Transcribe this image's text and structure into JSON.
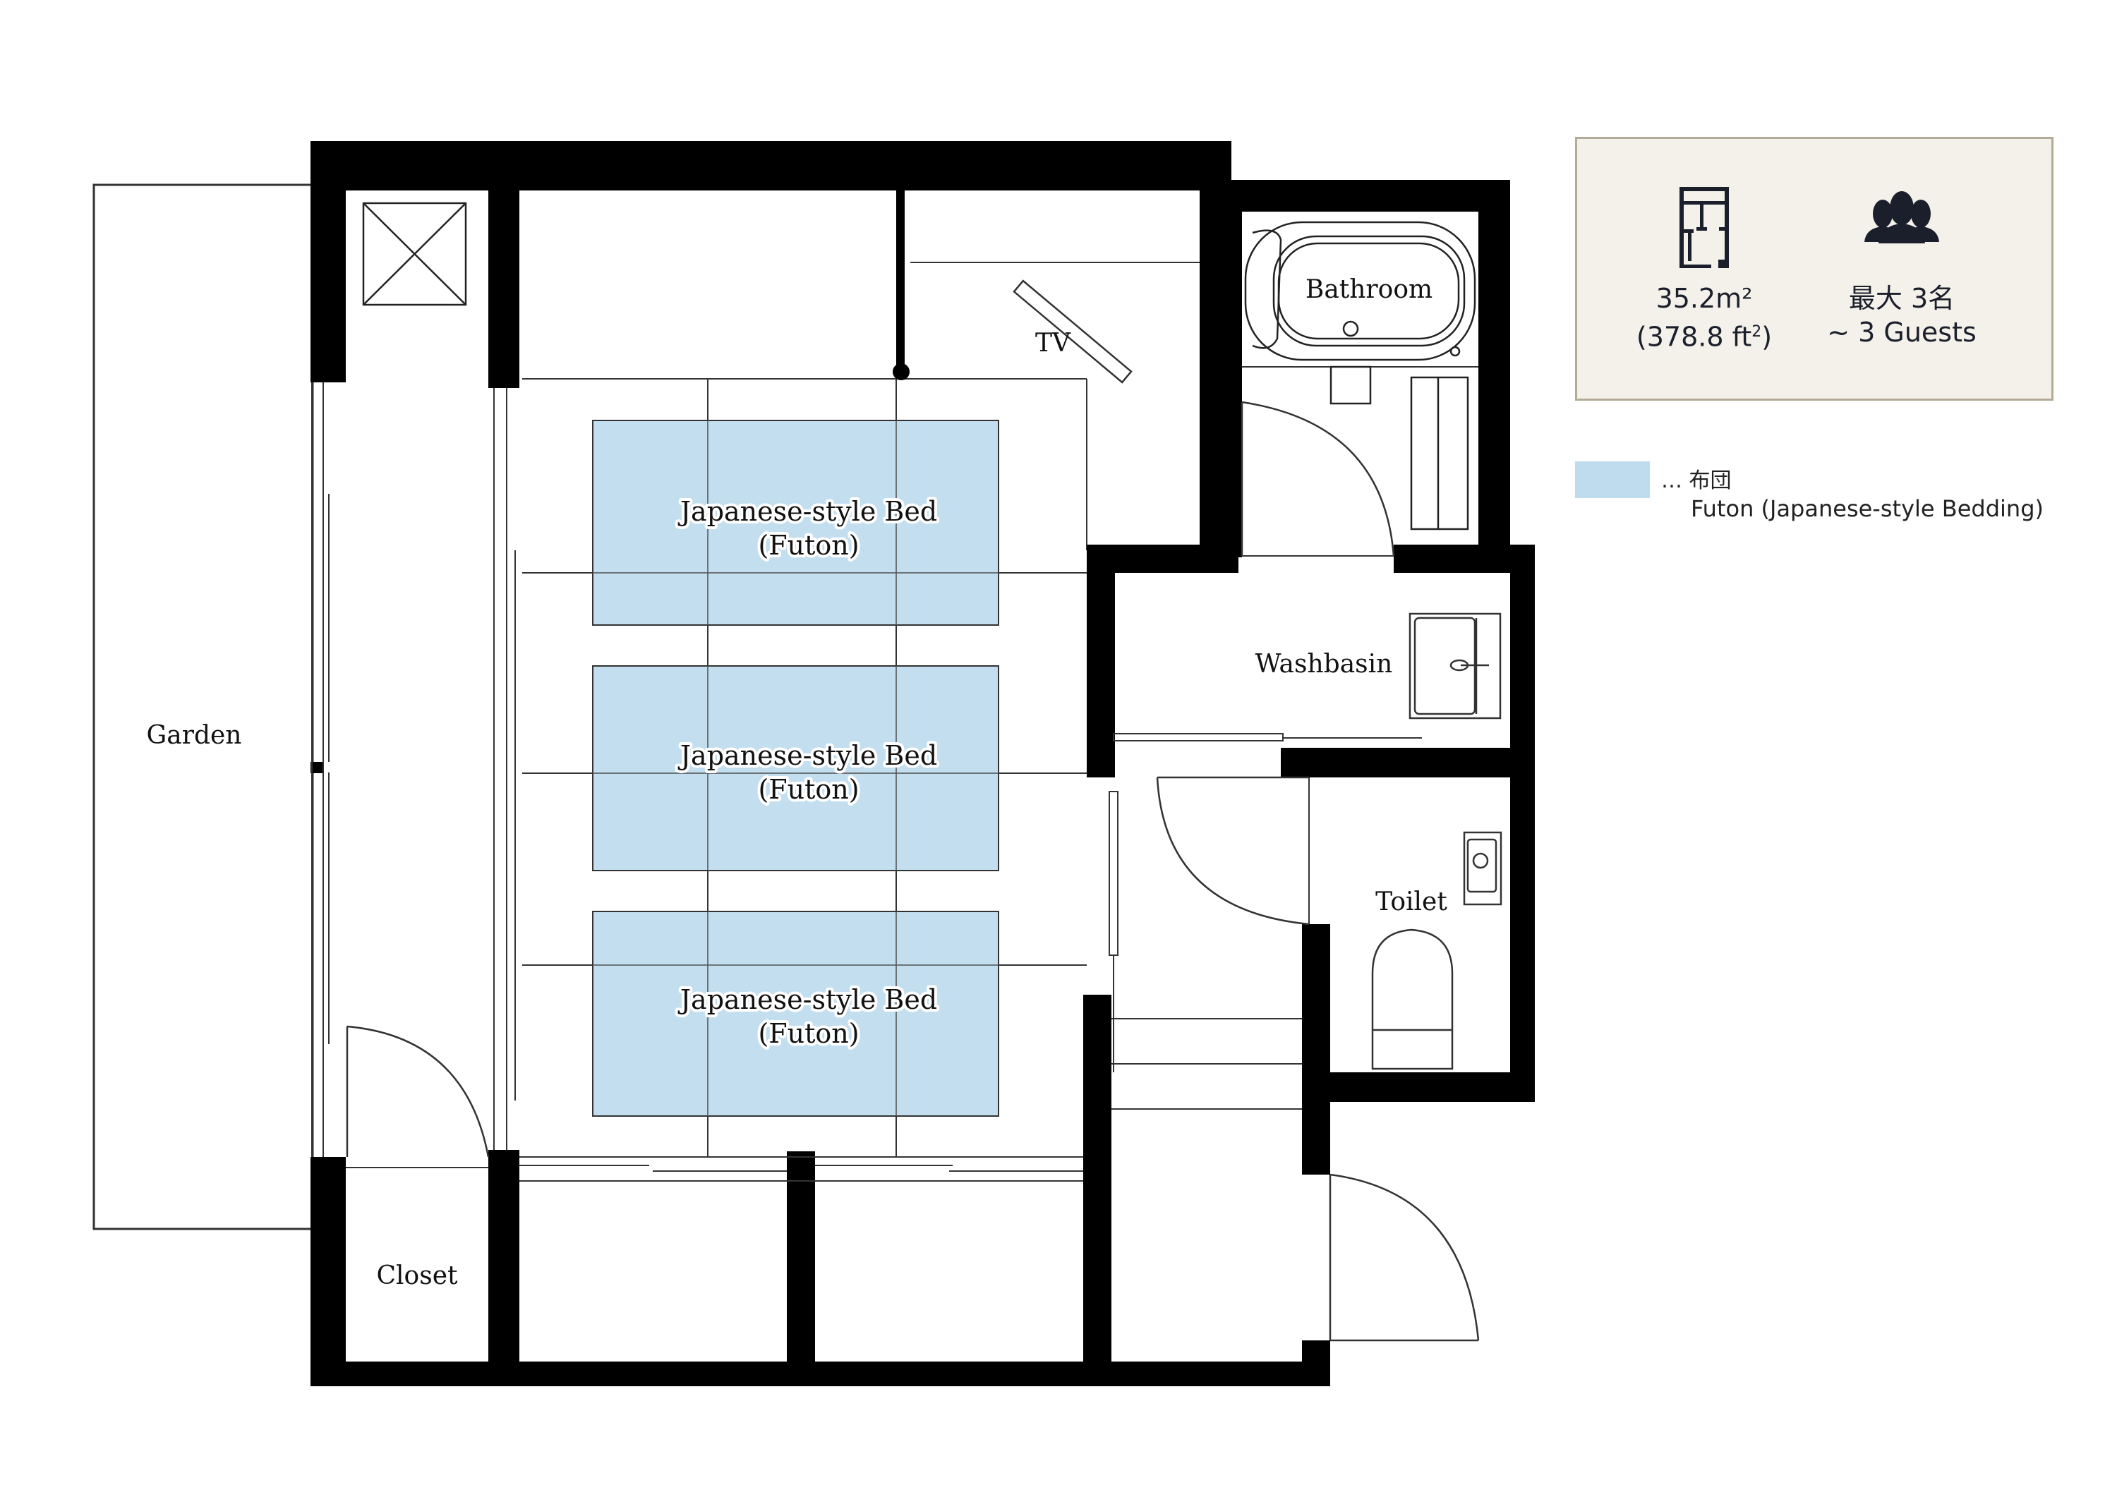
{
  "plan": {
    "rooms": {
      "garden": "Garden",
      "closet": "Closet",
      "bathroom": "Bathroom",
      "washbasin": "Washbasin",
      "toilet": "Toilet",
      "tv": "TV"
    },
    "futons": [
      {
        "line1": "Japanese-style Bed",
        "line2": "(Futon)"
      },
      {
        "line1": "Japanese-style Bed",
        "line2": "(Futon)"
      },
      {
        "line1": "Japanese-style Bed",
        "line2": "(Futon)"
      }
    ],
    "colors": {
      "wall": "#000000",
      "futon": "#bedcee",
      "line": "#222222",
      "info_bg": "#f4f1ea",
      "info_border": "#b3ab98",
      "icon": "#1b1f2b"
    }
  },
  "info": {
    "area": {
      "icon": "floorplan-icon",
      "metric_value": "35.2",
      "metric_unit": "m²",
      "imperial_open": "(378.8 ft",
      "imperial_sup": "2",
      "imperial_close": ")"
    },
    "guests": {
      "icon": "people-group-icon",
      "jp": "最大 3名",
      "en": "~ 3 Guests"
    }
  },
  "legend": {
    "swatch_color": "#bedcee",
    "jp": "… 布団",
    "en": "Futon (Japanese-style Bedding)"
  }
}
